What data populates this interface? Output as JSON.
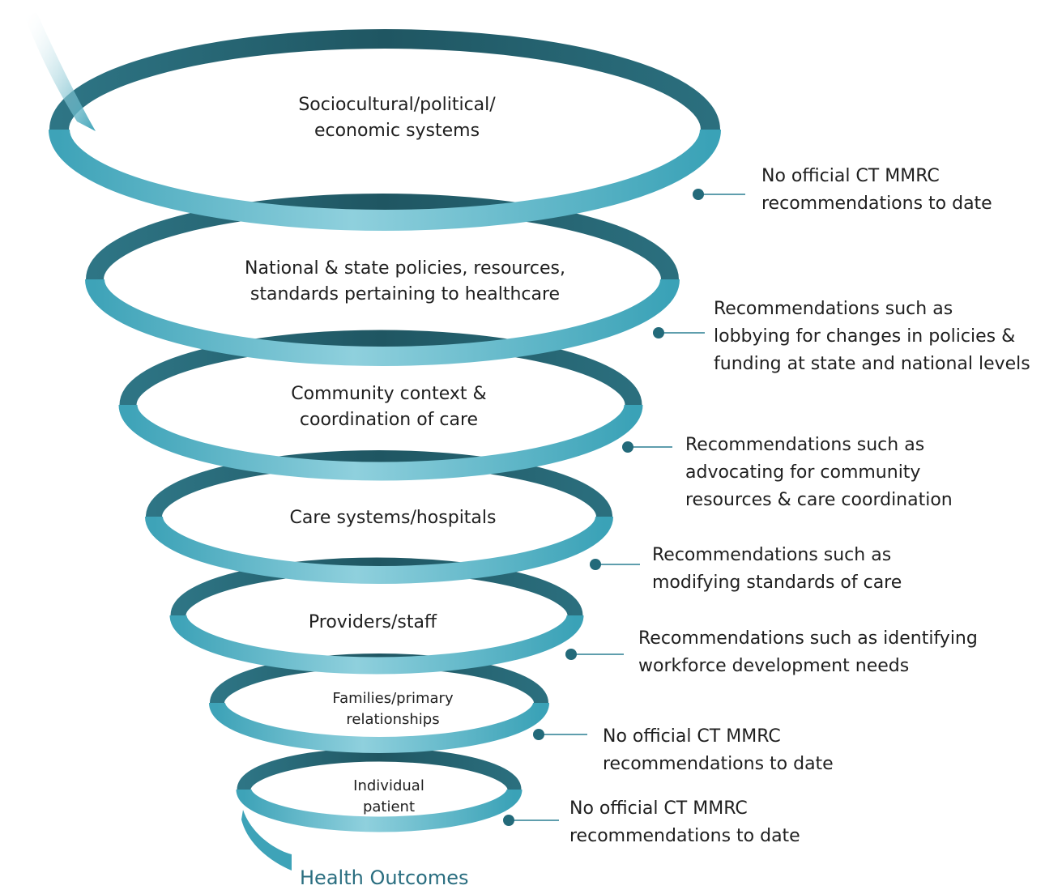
{
  "levels": [
    {
      "label": "Sociocultural/political/\neconomic systems",
      "recommendation": "No official CT MMRC\nrecommendations to date"
    },
    {
      "label": "National & state policies, resources,\nstandards pertaining to healthcare",
      "recommendation": "Recommendations such as\nlobbying for changes in policies &\nfunding at state and national levels"
    },
    {
      "label": "Community context &\ncoordination of care",
      "recommendation": "Recommendations such as\nadvocating for community\nresources & care coordination"
    },
    {
      "label": "Care systems/hospitals",
      "recommendation": "Recommendations such as\nmodifying standards of care"
    },
    {
      "label": "Providers/staff",
      "recommendation": "Recommendations such as identifying\nworkforce development needs"
    },
    {
      "label": "Families/primary\nrelationships",
      "recommendation": "No official CT MMRC\nrecommendations to date"
    },
    {
      "label": "Individual\npatient",
      "recommendation": "No official CT MMRC\nrecommendations to date"
    }
  ],
  "footer": "Health Outcomes",
  "colors": {
    "ribbon_dark": "#1f5f6e",
    "ribbon_mid": "#3a9fb4",
    "ribbon_light": "#8fd0dd",
    "text": "#1f1f1f",
    "footer": "#2a6e80",
    "connector": "#2a7f92"
  }
}
